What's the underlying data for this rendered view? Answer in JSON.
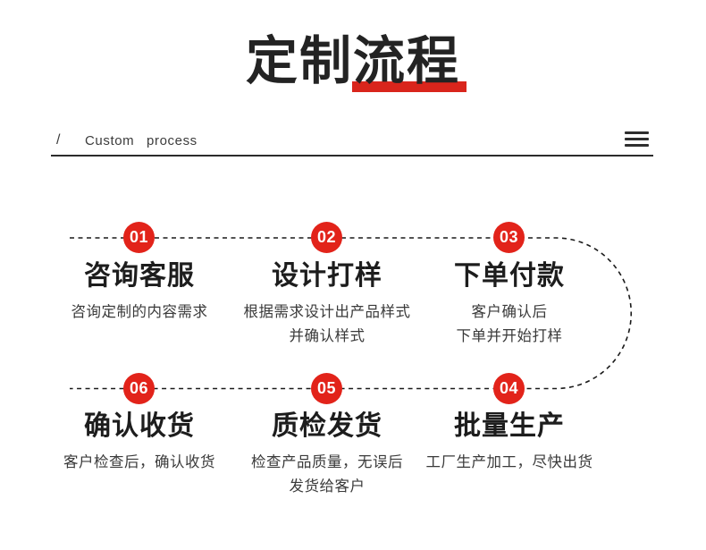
{
  "header": {
    "title_part1": "定制",
    "title_part2": "流程",
    "subtitle_slash": "/",
    "subtitle": "Custom process"
  },
  "colors": {
    "circle_red": "#e2231a",
    "accent_red": "#d9251c",
    "title_dark": "#232323",
    "desc_gray": "#3a3a3a"
  },
  "steps": [
    {
      "num": "01",
      "title": "咨询客服",
      "desc1": "咨询定制的内容需求",
      "desc2": ""
    },
    {
      "num": "02",
      "title": "设计打样",
      "desc1": "根据需求设计出产品样式",
      "desc2": "并确认样式"
    },
    {
      "num": "03",
      "title": "下单付款",
      "desc1": "客户确认后",
      "desc2": "下单并开始打样"
    },
    {
      "num": "04",
      "title": "批量生产",
      "desc1": "工厂生产加工，尽快出货",
      "desc2": ""
    },
    {
      "num": "05",
      "title": "质检发货",
      "desc1": "检查产品质量，无误后",
      "desc2": "发货给客户"
    },
    {
      "num": "06",
      "title": "确认收货",
      "desc1": "客户检查后，确认收货",
      "desc2": ""
    }
  ]
}
